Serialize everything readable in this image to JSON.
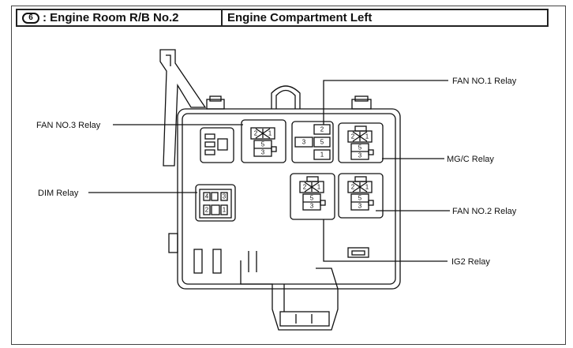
{
  "header": {
    "badge": "6",
    "title_left": ": Engine Room R/B No.2",
    "title_right": "Engine Compartment Left"
  },
  "labels": {
    "fan1": "FAN NO.1 Relay",
    "fan3": "FAN NO.3 Relay",
    "mgc": "MG/C Relay",
    "dim": "DIM Relay",
    "fan2": "FAN NO.2 Relay",
    "ig2": "IG2 Relay"
  },
  "pins": {
    "p1": "1",
    "p2": "2",
    "p3": "3",
    "p4": "4",
    "p5": "5"
  }
}
